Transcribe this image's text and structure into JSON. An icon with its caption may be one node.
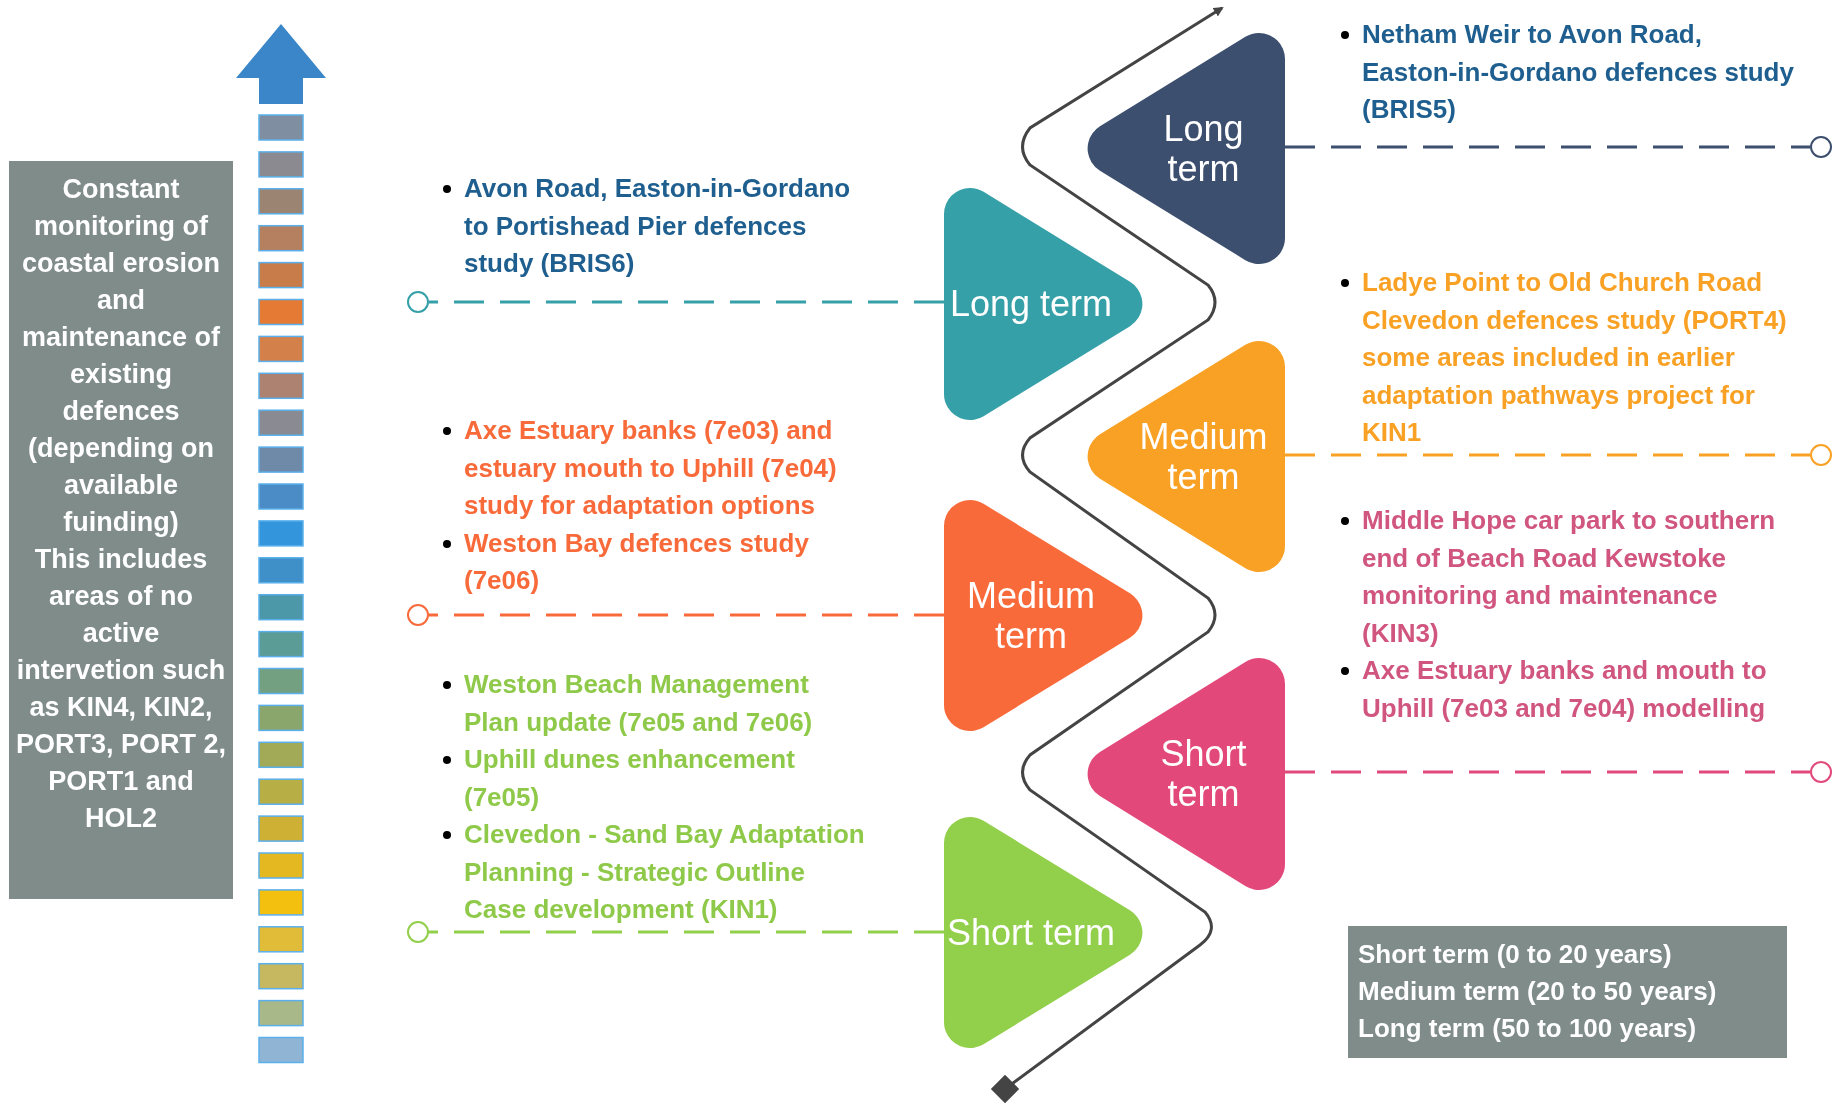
{
  "diagram": {
    "nodes": [
      {
        "text": [
          "Constant monitoring of coastal erosion and maintenance of existing defences (depending on available fuinding)",
          "This includes areas of no active intervetion such as KIN4, KIN2, PORT3, PORT 2, PORT1 and HOL2"
        ]
      },
      {
        "text": [
          "Long term"
        ]
      },
      {
        "text": [
          "Long term"
        ]
      },
      {
        "text": [
          "Medium term"
        ]
      },
      {
        "text": [
          "Medium term"
        ]
      },
      {
        "text": [
          "Short term"
        ]
      },
      {
        "text": [
          "Short term"
        ]
      },
      {
        "text": [],
        "shape": "circle"
      },
      {
        "text": [],
        "shape": "circle"
      },
      {
        "text": [],
        "shape": "circle"
      },
      {
        "text": [],
        "shape": "circle"
      },
      {
        "text": [],
        "shape": "circle"
      },
      {
        "text": [],
        "shape": "circle"
      },
      {
        "text": [
          "Short term (0 to 20 years)",
          "Medium term (20 to 50 years)",
          "Long term (50 to 100 years)"
        ]
      }
    ],
    "edges": [
      {
        "from": 1,
        "to": 7,
        "arrow": "none",
        "style": "dashed",
        "color": "#3d4f6e"
      },
      {
        "from": 2,
        "to": 8,
        "arrow": "none",
        "style": "dashed",
        "color": "#35a0a8"
      },
      {
        "from": 3,
        "to": 9,
        "arrow": "none",
        "style": "dashed",
        "color": "#f9a124"
      },
      {
        "from": 4,
        "to": 10,
        "arrow": "none",
        "style": "dashed",
        "color": "#f96a3a"
      },
      {
        "from": 5,
        "to": 11,
        "arrow": "none",
        "style": "dashed",
        "color": "#e2497a"
      },
      {
        "from": 6,
        "to": 12,
        "arrow": "none",
        "style": "dashed",
        "color": "#92cf4b"
      }
    ],
    "labels": [
      "Netham Weir to Avon Road, Easton-in-Gordano defences study (BRIS5)",
      "Avon Road, Easton-in-Gordano to Portishead Pier defences study (BRIS6)",
      "Ladye Point to Old Church Road Clevedon defences study (PORT4) some areas included in earlier adaptation pathways project for KIN1",
      "Axe Estuary banks (7e03) and estuary mouth to Uphill (7e04) study for adaptation options",
      "Weston Bay defences study (7e06)",
      "Middle Hope car park to southern end of Beach Road Kewstoke monitoring and maintenance (KIN3)",
      "Axe Estuary banks and mouth to Uphill (7e03 and 7e04) modelling",
      "Weston Beach Management Plan update (7e05 and 7e06)",
      "Uphill dunes enhancement (7e05)",
      "Clevedon - Sand Bay Adaptation Planning - Strategic Outline Case development (KIN1)"
    ]
  }
}
